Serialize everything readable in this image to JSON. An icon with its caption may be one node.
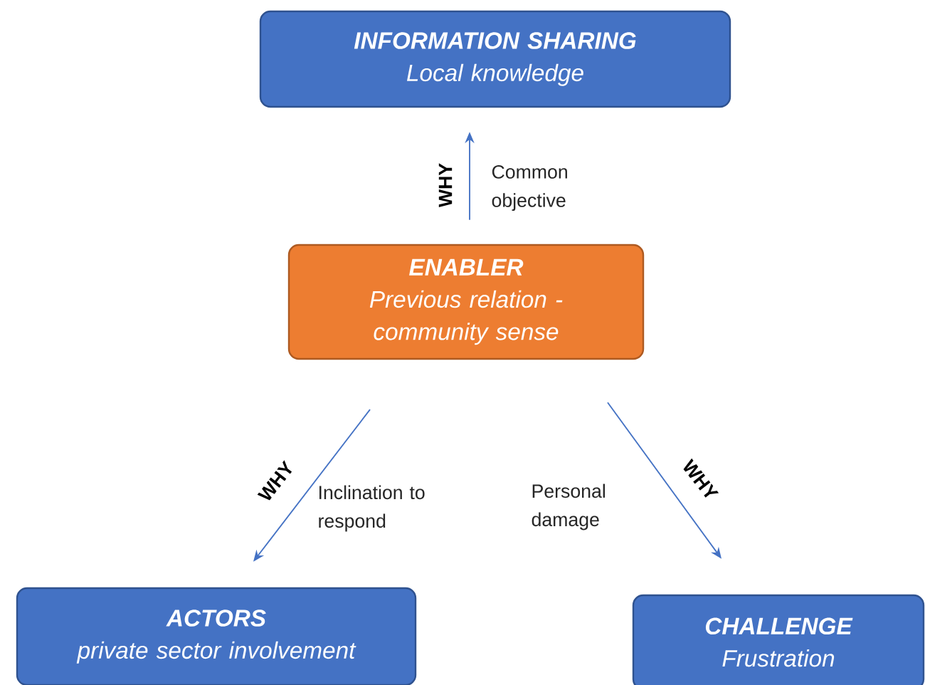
{
  "diagram": {
    "nodes": [
      {
        "text": [
          "INFORMATION SHARING",
          "Local knowledge"
        ]
      },
      {
        "text": [
          "ENABLER",
          "Previous relation - community sense"
        ]
      },
      {
        "text": [
          "ACTORS",
          "private sector involvement"
        ]
      },
      {
        "text": [
          "CHALLENGE",
          "Frustration"
        ]
      }
    ],
    "edges": [
      {
        "from": 1,
        "to": 0,
        "arrow": "to",
        "label": "Common objective"
      },
      {
        "from": 1,
        "to": 2,
        "arrow": "to",
        "label": "Inclination to respond"
      },
      {
        "from": 1,
        "to": 3,
        "arrow": "to",
        "label": "Personal damage"
      }
    ],
    "labels": [
      "WHY",
      "WHY",
      "WHY"
    ]
  }
}
